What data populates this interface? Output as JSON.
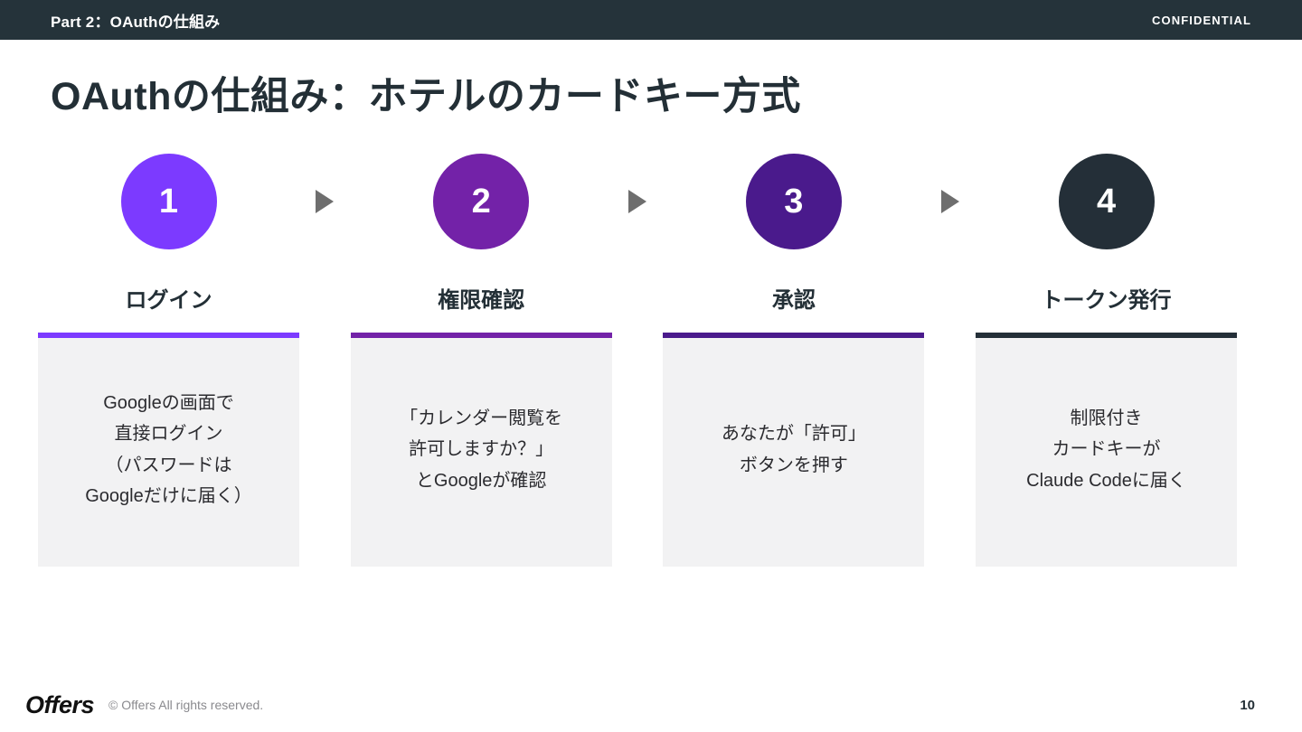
{
  "header": {
    "section_label": "Part 2：OAuthの仕組み",
    "confidential_label": "CONFIDENTIAL",
    "background_color": "#25333A"
  },
  "title": "OAuthの仕組み：ホテルのカードキー方式",
  "steps": [
    {
      "number": "1",
      "label": "ログイン",
      "body": "Googleの画面で\n直接ログイン\n（パスワードは\nGoogleだけに届く）",
      "color": "#7C3AFF",
      "accent_color": "#7C3AFF"
    },
    {
      "number": "2",
      "label": "権限確認",
      "body": "「カレンダー閲覧を\n許可しますか？」\nとGoogleが確認",
      "color": "#7322A8",
      "accent_color": "#7322A8"
    },
    {
      "number": "3",
      "label": "承認",
      "body": "あなたが「許可」\nボタンを押す",
      "color": "#4A1A8C",
      "accent_color": "#4A1A8C"
    },
    {
      "number": "4",
      "label": "トークン発行",
      "body": "制限付き\nカードキーが\nClaude Codeに届く",
      "color": "#242F38",
      "accent_color": "#242F38"
    }
  ],
  "connectors": [
    {
      "icon": "play-triangle-right-icon",
      "color": "#6E6E6E"
    },
    {
      "icon": "play-triangle-right-icon",
      "color": "#6E6E6E"
    },
    {
      "icon": "play-triangle-right-icon",
      "color": "#6E6E6E"
    }
  ],
  "footer": {
    "logo_text": "Offers",
    "copyright": "© Offers All rights reserved.",
    "page_number": "10"
  }
}
